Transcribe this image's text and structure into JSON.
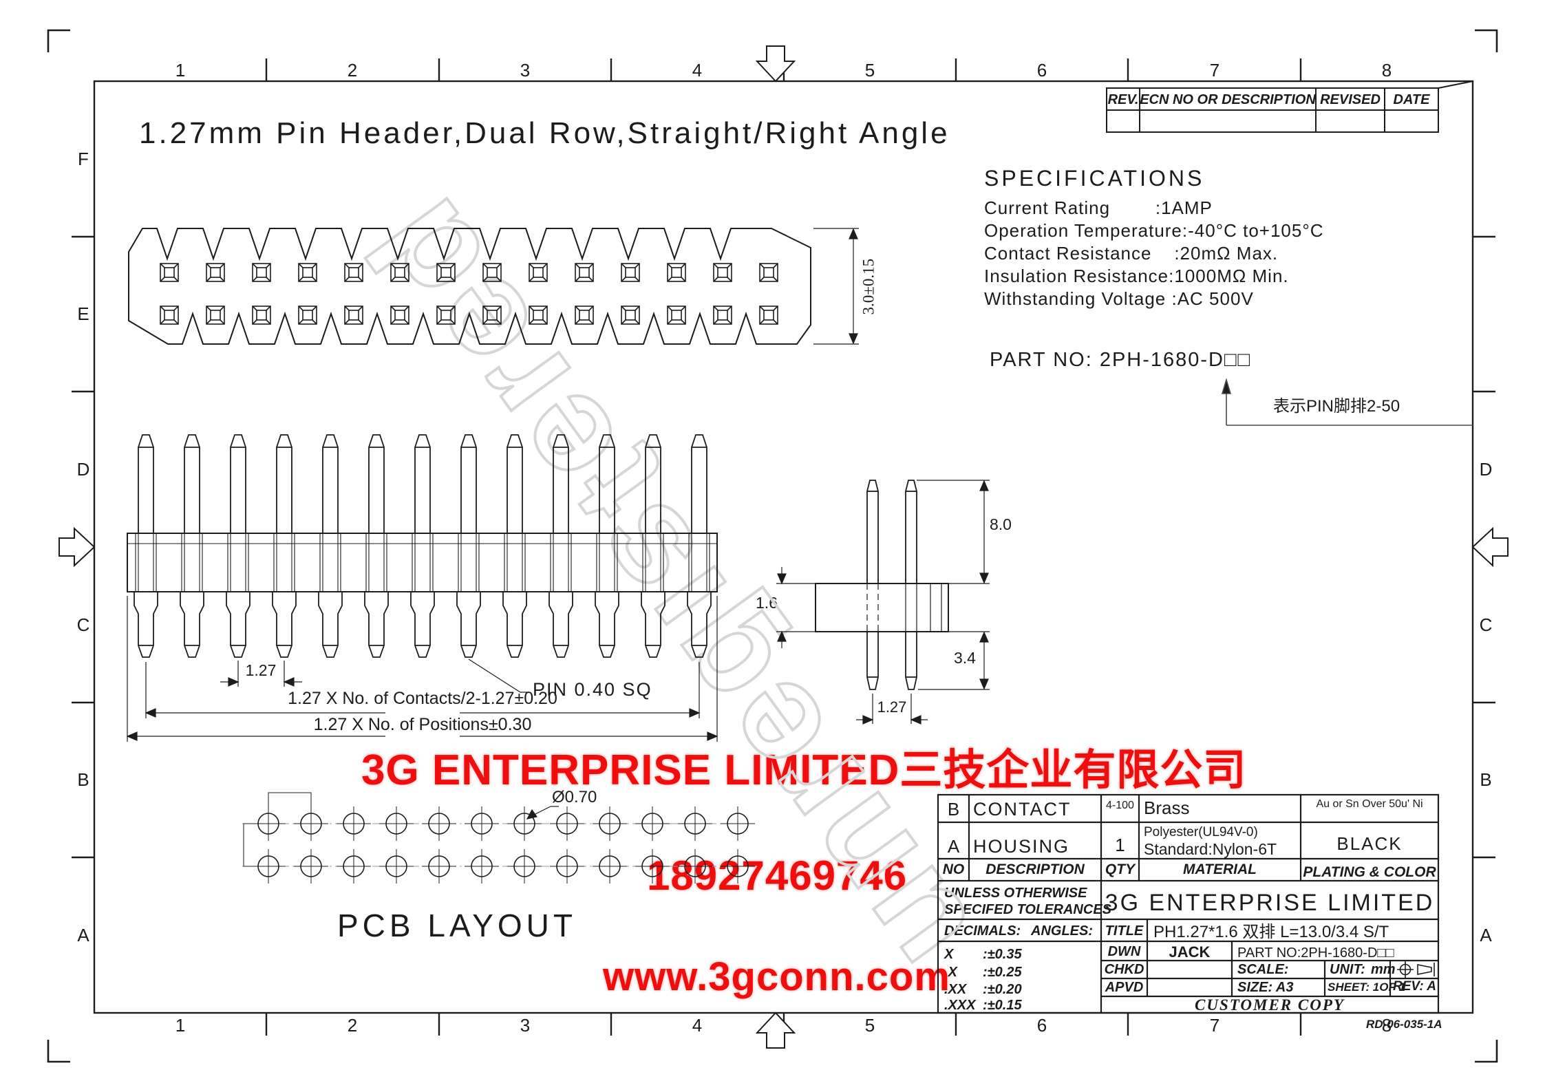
{
  "page": {
    "title_text": "1.27mm Pin Header,Dual Row,Straight/Right Angle"
  },
  "zones": {
    "cols": [
      "1",
      "2",
      "3",
      "4",
      "5",
      "6",
      "7",
      "8"
    ],
    "rows_left": [
      "F",
      "E",
      "D",
      "C",
      "B",
      "A"
    ],
    "rows_right": [
      "D",
      "C",
      "B",
      "A"
    ]
  },
  "rev_table": {
    "rev": "REV.",
    "ecn": "ECN NO OR DESCRIPTION",
    "revised": "REVISED",
    "date": "DATE"
  },
  "specs": {
    "heading": "SPECIFICATIONS",
    "lines": [
      "Current Rating        :1AMP",
      "Operation Temperature:-40°C to+105°C",
      "Contact Resistance    :20mΩ Max.",
      "Insulation Resistance:1000MΩ Min.",
      "Withstanding Voltage :AC 500V"
    ]
  },
  "part": {
    "label": "PART NO: 2PH-1680-D□□",
    "note": "表示PIN脚排2-50"
  },
  "dims": {
    "height": "3.0±0.15",
    "pitch_front": "1.27",
    "pin_sq": "PIN 0.40 SQ",
    "contacts": "1.27 X No. of Contacts/2-1.27±0.20",
    "positions": "1.27 X No. of Positions±0.30",
    "tail": "8.0",
    "body": "1.6",
    "lead": "3.4",
    "pitch_side": "1.27",
    "hole": "Ø0.70"
  },
  "pcb": {
    "label": "PCB LAYOUT"
  },
  "watermark": {
    "company": "3G ENTERPRISE LIMITED三技企业有限公司",
    "phone": "18927469746",
    "site": "www.3gconn.com",
    "diag": "pǝɹǝʇsıƃǝɹun",
    "red": "#f20d0d",
    "gray": "#d6d6d6"
  },
  "tb": {
    "rows": [
      {
        "no": "B",
        "desc": "CONTACT",
        "qty": "4-100",
        "mat": "Brass",
        "plat": "Au or Sn Over 50u' Ni"
      },
      {
        "no": "A",
        "desc": "HOUSING",
        "qty": "1",
        "mat1": "Polyester(UL94V-0)",
        "mat2": "Standard:Nylon-6T",
        "plat": "BLACK"
      }
    ],
    "hdr": {
      "no": "NO",
      "desc": "DESCRIPTION",
      "qty": "QTY",
      "mat": "MATERIAL",
      "plat": "PLATING & COLOR"
    },
    "tol": {
      "l1": "UNLESS OTHERWISE",
      "l2": "SPECIFED TOLERANCES",
      "dec": "DECIMALS:",
      "ang": "ANGLES:",
      "t1l": "X",
      "t1v": ":±0.35",
      "t2l": ".X",
      "t2v": ":±0.25",
      "t3l": ".XX",
      "t3v": ":±0.20",
      "t4l": ".XXX",
      "t4v": ":±0.15"
    },
    "company": "3G ENTERPRISE LIMITED",
    "title_l": "TITLE",
    "title_v": "PH1.27*1.6 双排 L=13.0/3.4 S/T",
    "dwn_l": "DWN",
    "dwn_v": "JACK",
    "part_v": "PART NO:2PH-1680-D□□",
    "chkd_l": "CHKD",
    "scale_l": "SCALE:",
    "unit_l": "UNIT:",
    "unit_v": "mm",
    "apvd_l": "APVD",
    "size_l": "SIZE: A3",
    "sheet_l": "SHEET: 1OF 1",
    "rev_l": "REV: A",
    "copy": "CUSTOMER COPY",
    "doc": "RD-06-035-1A"
  }
}
